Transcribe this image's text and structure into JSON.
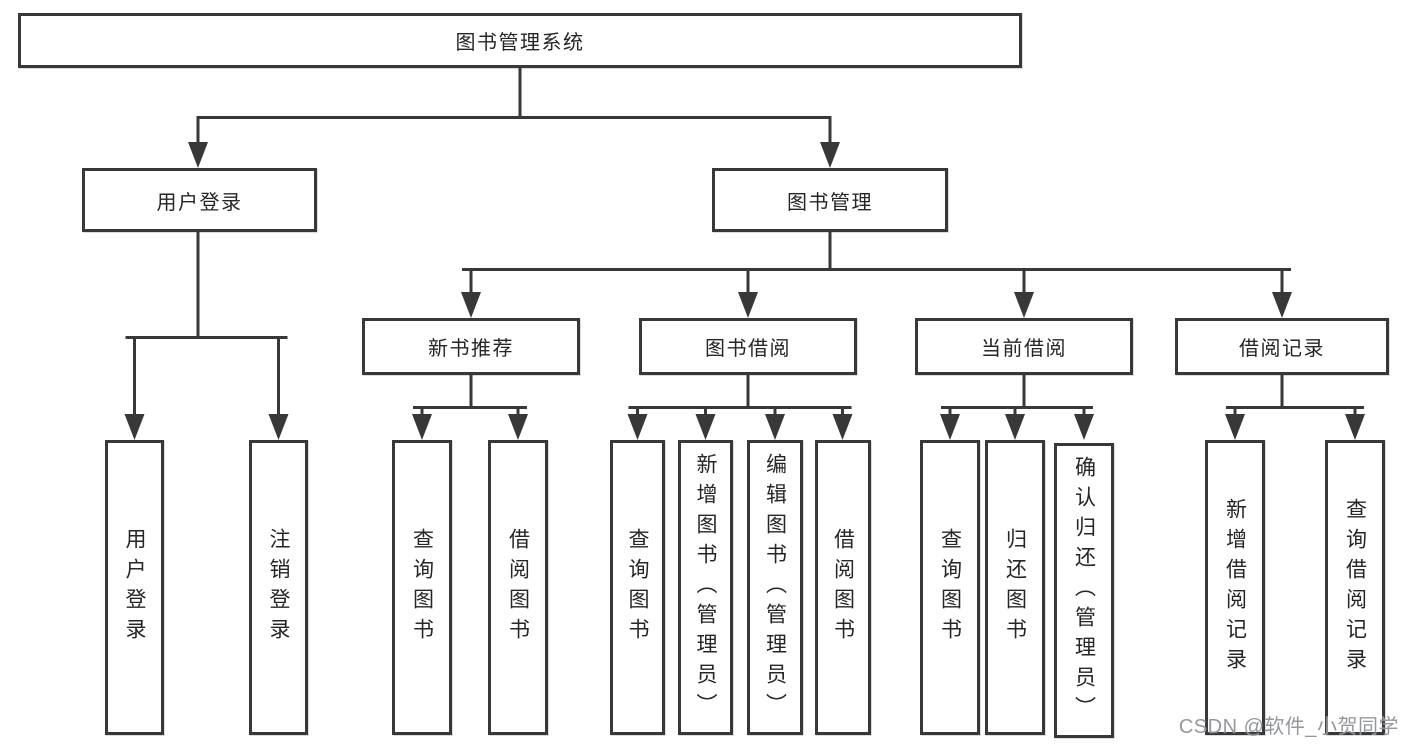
{
  "diagram": {
    "root": {
      "label": "图书管理系统"
    },
    "level2": [
      {
        "label": "用户登录"
      },
      {
        "label": "图书管理"
      }
    ],
    "level3": [
      {
        "label": "新书推荐"
      },
      {
        "label": "图书借阅"
      },
      {
        "label": "当前借阅"
      },
      {
        "label": "借阅记录"
      }
    ],
    "leaves": {
      "user_login": [
        {
          "label": "用户登录"
        },
        {
          "label": "注销登录"
        }
      ],
      "new_book_recommend": [
        {
          "label": "查询图书"
        },
        {
          "label": "借阅图书"
        }
      ],
      "book_borrowing": [
        {
          "label": "查询图书"
        },
        {
          "label": "新增图书（管理员）"
        },
        {
          "label": "编辑图书（管理员）"
        },
        {
          "label": "借阅图书"
        }
      ],
      "current_borrowing": [
        {
          "label": "查询图书"
        },
        {
          "label": "归还图书"
        },
        {
          "label": "确认归还（管理员）"
        }
      ],
      "borrowing_records": [
        {
          "label": "新增借阅记录"
        },
        {
          "label": "查询借阅记录"
        }
      ]
    }
  },
  "watermark": {
    "text": "CSDN @软件_小贺同学"
  },
  "colors": {
    "line": "#383838",
    "box_border": "#383838",
    "text": "#262626",
    "background": "#ffffff",
    "watermark": "#8a8e94"
  }
}
